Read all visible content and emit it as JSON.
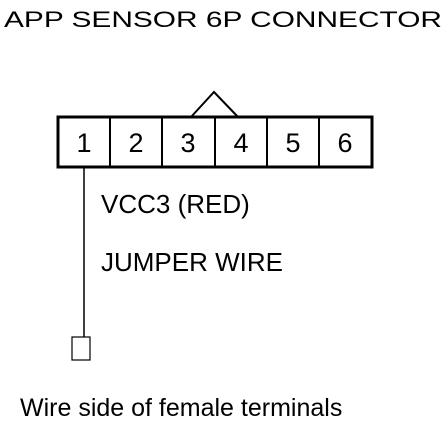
{
  "title": "APP SENSOR 6P CONNECTOR",
  "connector": {
    "pins": [
      "1",
      "2",
      "3",
      "4",
      "5",
      "6"
    ]
  },
  "labels": {
    "vcc": "VCC3 (RED)",
    "jumper": "JUMPER WIRE"
  },
  "caption": "Wire side of female terminals"
}
